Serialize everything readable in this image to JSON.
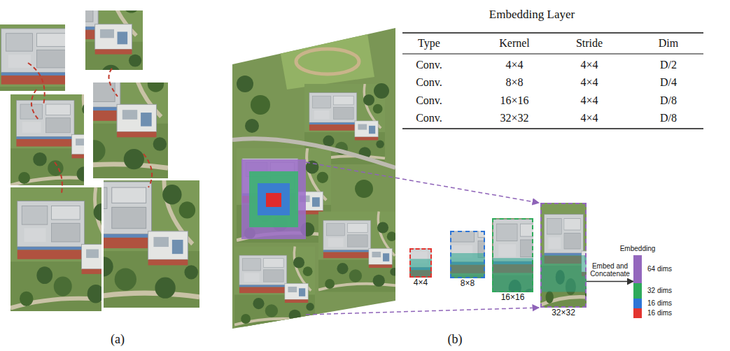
{
  "diagram": {
    "nodes": [
      {
        "text": [
          "4×4"
        ]
      },
      {
        "text": [
          "8×8"
        ]
      },
      {
        "text": [
          "16×16"
        ]
      },
      {
        "text": [
          "32×32"
        ]
      },
      {
        "text": [
          "Embedding"
        ]
      },
      {
        "text": [
          "64 dims"
        ],
        "in": 4
      },
      {
        "text": [
          "32 dims"
        ],
        "in": 4
      },
      {
        "text": [
          "16 dims"
        ],
        "in": 4
      },
      {
        "text": [
          "16 dims"
        ],
        "in": 4
      }
    ],
    "edges": [
      {
        "from": 3,
        "to": 4,
        "arrow": "to",
        "label": "Embed and Concatenate"
      }
    ],
    "labels": [
      "Embedding Layer",
      "Type",
      "Kernel",
      "Stride",
      "Dim",
      "Conv.",
      "4×4",
      "4×4",
      "D/2",
      "Conv.",
      "8×8",
      "4×4",
      "D/4",
      "Conv.",
      "16×16",
      "4×4",
      "D/8",
      "Conv.",
      "32×32",
      "4×4",
      "D/8",
      "(a)",
      "(b)"
    ]
  }
}
